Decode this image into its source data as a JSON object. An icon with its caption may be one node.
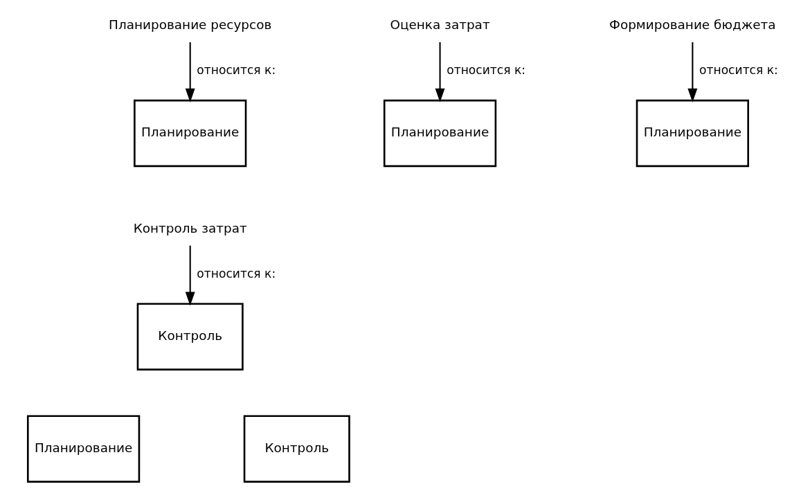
{
  "diagram": {
    "nodes": [
      {
        "text": [
          "Планирование ресурсов"
        ]
      },
      {
        "text": [
          "Планирование"
        ]
      },
      {
        "text": [
          "Оценка затрат"
        ]
      },
      {
        "text": [
          "Планирование"
        ]
      },
      {
        "text": [
          "Формирование бюджета"
        ]
      },
      {
        "text": [
          "Планирование"
        ]
      },
      {
        "text": [
          "Контроль затрат"
        ]
      },
      {
        "text": [
          "Контроль"
        ]
      },
      {
        "text": [
          "Планирование"
        ]
      },
      {
        "text": [
          "Контроль"
        ]
      }
    ],
    "edges": [
      {
        "from": 0,
        "to": 1,
        "arrow": "to",
        "label": "относится к:"
      },
      {
        "from": 2,
        "to": 3,
        "arrow": "to",
        "label": "относится к:"
      },
      {
        "from": 4,
        "to": 5,
        "arrow": "to",
        "label": "относится к:"
      },
      {
        "from": 6,
        "to": 7,
        "arrow": "to",
        "label": "относится к:"
      }
    ]
  }
}
